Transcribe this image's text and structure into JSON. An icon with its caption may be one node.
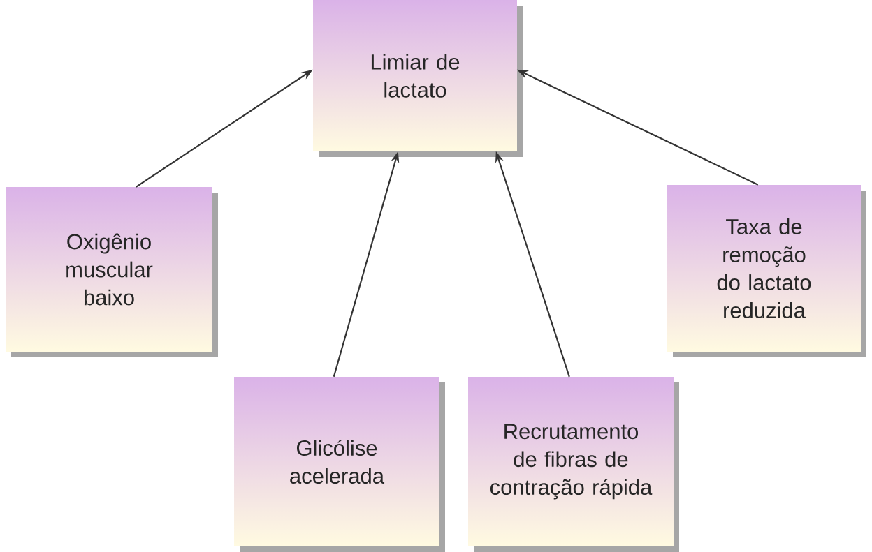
{
  "diagram": {
    "nodes": [
      {
        "text": [
          "Limiar de lactato"
        ]
      },
      {
        "text": [
          "Oxigênio muscular baixo"
        ]
      },
      {
        "text": [
          "Glicólise acelerada"
        ]
      },
      {
        "text": [
          "Recrutamento de fibras de contração rápida"
        ]
      },
      {
        "text": [
          "Taxa de remoção do lactato reduzida"
        ]
      }
    ],
    "edges": [
      {
        "from": 1,
        "to": 0,
        "arrow": "to"
      },
      {
        "from": 2,
        "to": 0,
        "arrow": "to"
      },
      {
        "from": 3,
        "to": 0,
        "arrow": "to"
      },
      {
        "from": 4,
        "to": 0,
        "arrow": "to"
      }
    ]
  }
}
